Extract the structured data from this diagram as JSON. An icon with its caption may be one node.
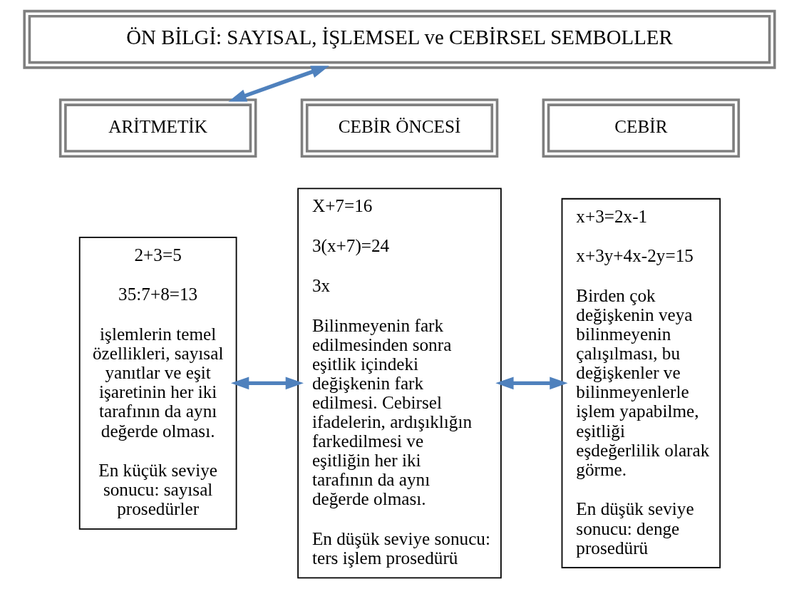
{
  "diagram": {
    "nodes": [
      {
        "text": [
          "ÖN BİLGİ: SAYISAL, İŞLEMSEL ve CEBİRSEL SEMBOLLER"
        ]
      },
      {
        "text": [
          "ARİTMETİK"
        ]
      },
      {
        "text": [
          "2+3=5",
          "35:7+8=13",
          "işlemlerin temel özellikleri, sayısal yanıtlar ve eşit işaretinin her iki tarafının da aynı değerde olması.",
          "En küçük seviye sonucu: sayısal prosedürler"
        ]
      },
      {
        "text": [
          "CEBİR ÖNCESİ"
        ]
      },
      {
        "text": [
          "X+7=16",
          "3(x+7)=24",
          "3x",
          "Bilinmeyenin fark edilmesinden sonra eşitlik içindeki değişkenin fark edilmesi. Cebirsel ifadelerin, ardışıklığın farkedilmesi ve eşitliğin her iki tarafının da aynı değerde olması.",
          "En düşük seviye sonucu: ters işlem prosedürü"
        ]
      },
      {
        "text": [
          "CEBİR"
        ]
      },
      {
        "text": [
          "x+3=2x-1",
          "x+3y+4x-2y=15",
          "Birden çok değişkenin veya bilinmeyenin çalışılması, bu değişkenler ve bilinmeyenlerle işlem yapabilme, eşitliği eşdeğerlilik olarak görme.",
          "En düşük seviye sonucu: denge prosedürü"
        ]
      }
    ],
    "edges": [
      {
        "from": 0,
        "to": 1,
        "arrow": "both"
      },
      {
        "from": 2,
        "to": 4,
        "arrow": "both"
      },
      {
        "from": 4,
        "to": 6,
        "arrow": "both"
      }
    ]
  }
}
